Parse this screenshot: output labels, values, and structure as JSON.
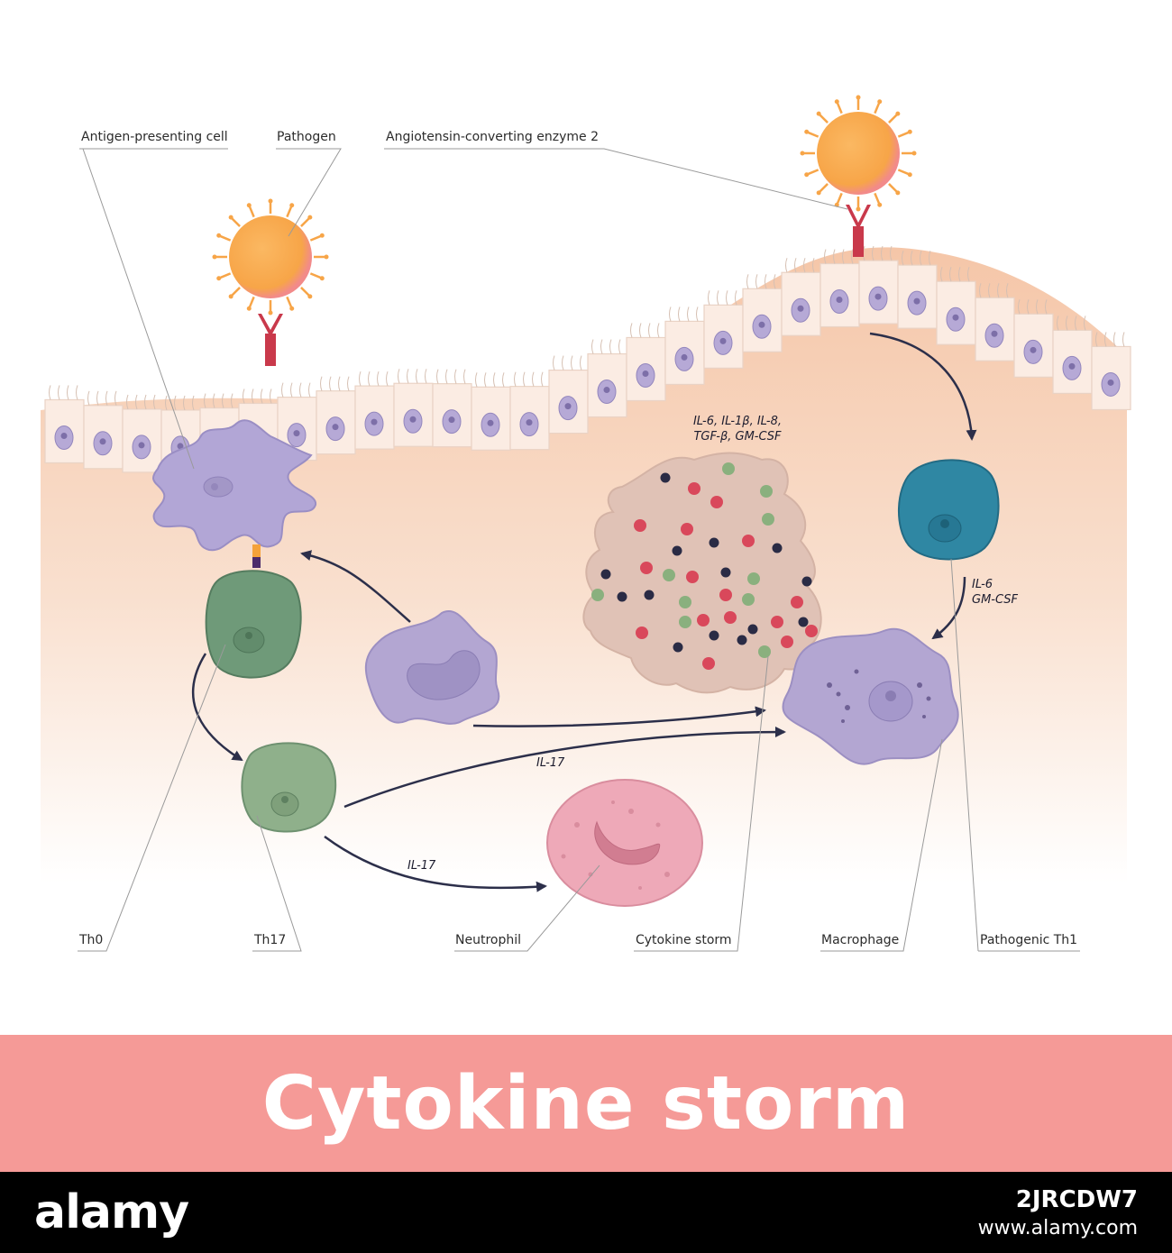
{
  "labels": {
    "apc": "Antigen-presenting cell",
    "pathogen": "Pathogen",
    "ace2": "Angiotensin-converting enzyme 2",
    "th0": "Th0",
    "th17": "Th17",
    "neutrophil": "Neutrophil",
    "cytokine_storm": "Cytokine storm",
    "macrophage": "Macrophage",
    "pathogenic_th1": "Pathogenic Th1"
  },
  "cytokines": {
    "storm_line1": "IL-6, IL-1β, IL-8,",
    "storm_line2": "TGF-β, GM-CSF",
    "th1_line1": "IL-6",
    "th1_line2": "GM-CSF",
    "il17_macrophage": "IL-17",
    "il17_neutrophil": "IL-17"
  },
  "title": "Cytokine storm",
  "footer": {
    "logo": "alamy",
    "image_id": "2JRCDW7",
    "url": "www.alamy.com"
  },
  "colors": {
    "tissue": "#f7cfb5",
    "title_band": "#f59a97",
    "pathogen": "#f9ac52",
    "receptor": "#c9394b",
    "th0": "#6f9a79",
    "th17": "#8fb08b",
    "th1": "#2f87a3",
    "macrophage": "#b3a6d2",
    "neutrophil": "#eea9b8",
    "storm": "#e0c2b6"
  }
}
